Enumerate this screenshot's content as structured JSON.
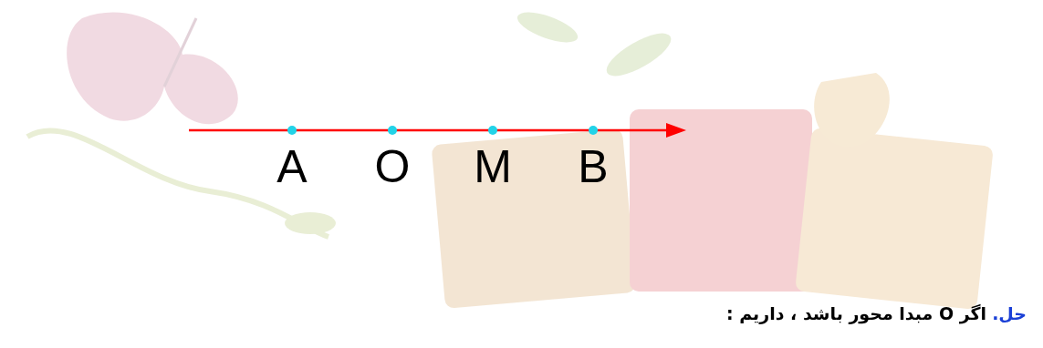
{
  "diagram": {
    "labels": [
      "A",
      "O",
      "M",
      "B",
      "حل.",
      "اگر O مبدا محور باشد ، داریم :"
    ]
  }
}
